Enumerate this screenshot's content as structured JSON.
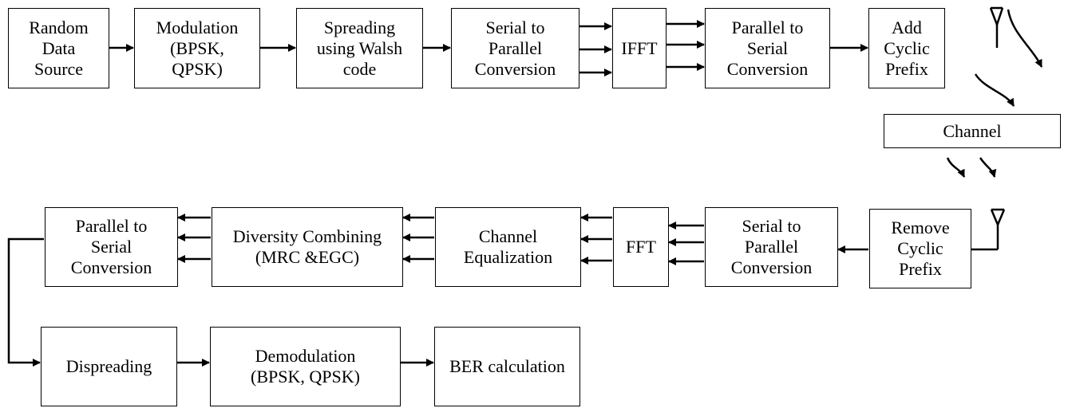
{
  "diagram": {
    "blocks": {
      "random_data_source": "Random\nData\nSource",
      "modulation": "Modulation\n(BPSK,\nQPSK)",
      "spreading": "Spreading\nusing Walsh\ncode",
      "serial_to_parallel_tx": "Serial to\nParallel\nConversion",
      "ifft": "IFFT",
      "parallel_to_serial_tx": "Parallel to\nSerial\nConversion",
      "add_cyclic_prefix": "Add\nCyclic\nPrefix",
      "channel": "Channel",
      "remove_cyclic_prefix": "Remove\nCyclic\nPrefix",
      "serial_to_parallel_rx": "Serial to\nParallel\nConversion",
      "fft": "FFT",
      "channel_equalization": "Channel\nEqualization",
      "diversity_combining": "Diversity Combining\n(MRC &EGC)",
      "parallel_to_serial_rx": "Parallel to\nSerial\nConversion",
      "dispreading": "Dispreading",
      "demodulation": "Demodulation\n(BPSK, QPSK)",
      "ber_calculation": "BER calculation"
    },
    "line_color": "#000000"
  }
}
